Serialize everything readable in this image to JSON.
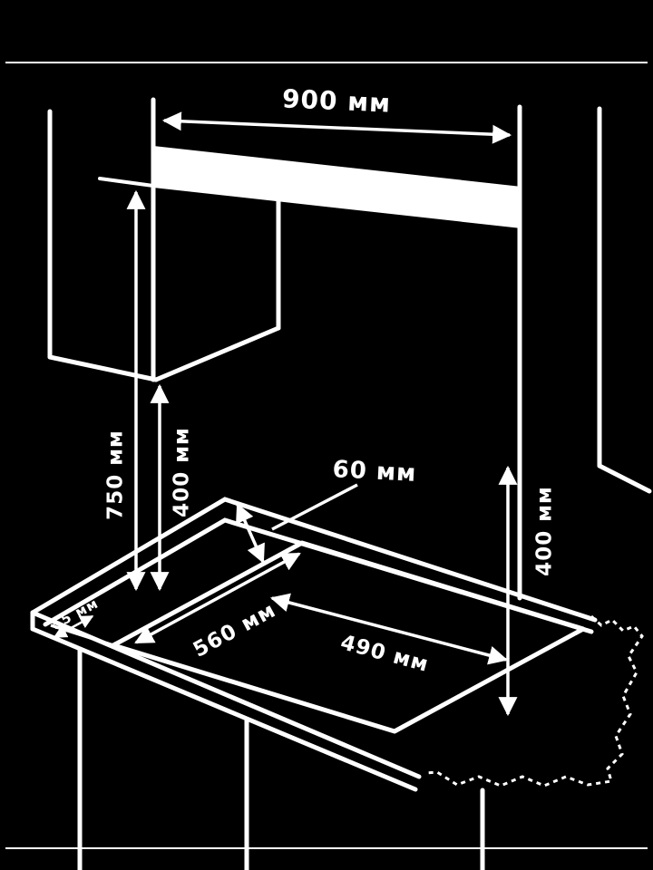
{
  "page": {
    "background": "#000000",
    "line_color": "#ffffff"
  },
  "diagram": {
    "labels": {
      "top_width": "900 мм",
      "height_to_hood": "750 мм",
      "height_to_cabinet": "400 мм",
      "rear_gap": "60 мм",
      "cutout_width": "560 мм",
      "cutout_depth": "490 мм",
      "right_height": "400 мм",
      "edge_gap": "55 мм"
    }
  }
}
